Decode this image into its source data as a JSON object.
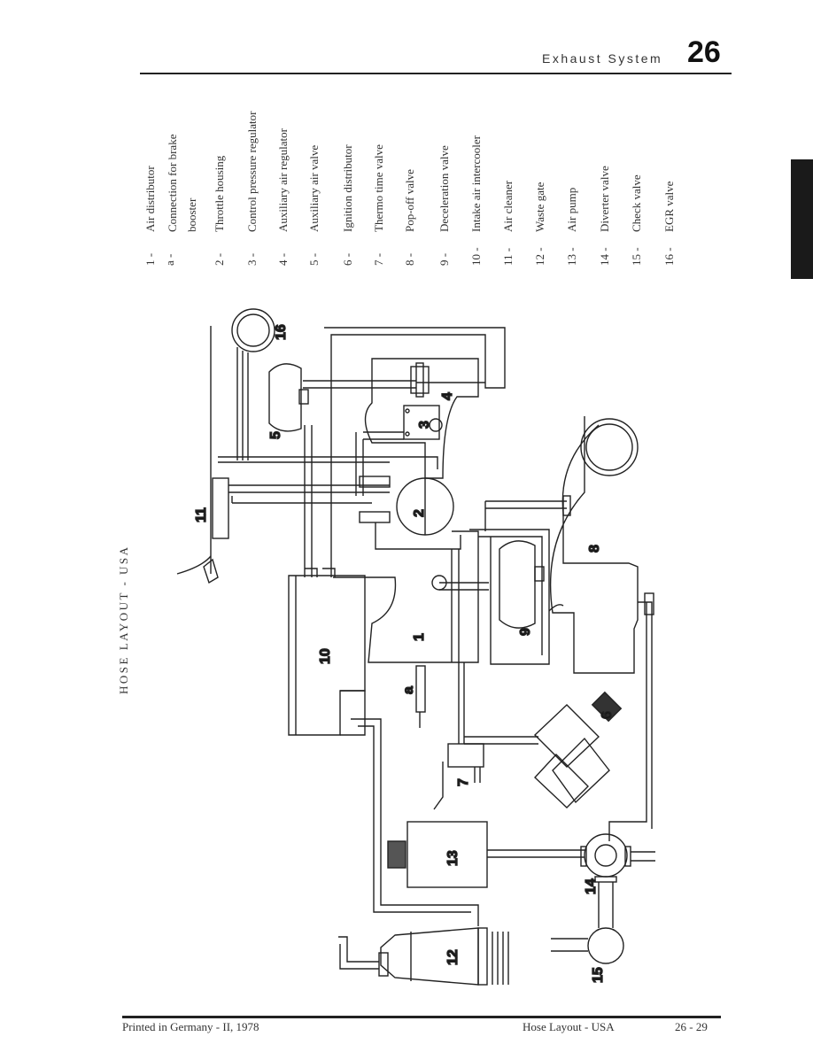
{
  "header": {
    "section": "Exhaust System",
    "number": "26"
  },
  "legend": [
    {
      "num": "1 -",
      "label": "Air distributor"
    },
    {
      "num": "a -",
      "label": "Connection for brake booster"
    },
    {
      "num": "2 -",
      "label": "Throttle housing"
    },
    {
      "num": "3 -",
      "label": "Control pressure regulator"
    },
    {
      "num": "4 -",
      "label": "Auxiliary air regulator"
    },
    {
      "num": "5 -",
      "label": "Auxiliary air valve"
    },
    {
      "num": "6 -",
      "label": "Ignition distributor"
    },
    {
      "num": "7 -",
      "label": "Thermo time valve"
    },
    {
      "num": "8 -",
      "label": "Pop-off valve"
    },
    {
      "num": "9 -",
      "label": "Deceleration valve"
    },
    {
      "num": "10 -",
      "label": "Intake air intercooler"
    },
    {
      "num": "11 -",
      "label": "Air cleaner"
    },
    {
      "num": "12 -",
      "label": "Waste gate"
    },
    {
      "num": "13 -",
      "label": "Air pump"
    },
    {
      "num": "14 -",
      "label": "Diverter valve"
    },
    {
      "num": "15 -",
      "label": "Check valve"
    },
    {
      "num": "16 -",
      "label": "EGR valve"
    }
  ],
  "diagram": {
    "title": "HOSE LAYOUT - USA",
    "labels": {
      "n1": "1",
      "a": "a",
      "n2": "2",
      "n3": "3",
      "n4": "4",
      "n5": "5",
      "n6": "6",
      "n7": "7",
      "n8": "8",
      "n9": "9",
      "n10": "10",
      "n11": "11",
      "n12": "12",
      "n13": "13",
      "n14": "14",
      "n15": "15",
      "n16": "16"
    }
  },
  "footer": {
    "printed": "Printed in Germany  -  II, 1978",
    "section": "Hose Layout - USA",
    "page": "26 - 29"
  }
}
